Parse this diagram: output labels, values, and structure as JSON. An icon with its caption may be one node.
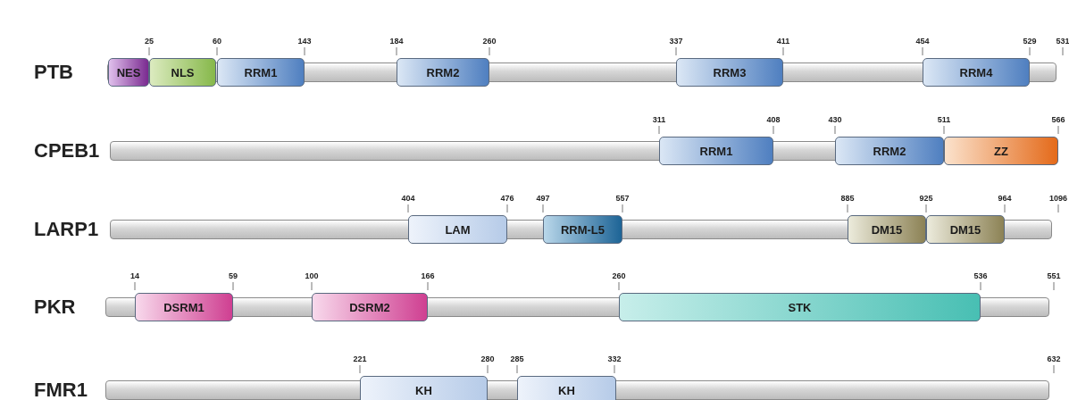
{
  "diagram": {
    "nodes": [
      {
        "text": [
          "PTB"
        ]
      },
      {
        "text": [
          "NES"
        ],
        "in": 0
      },
      {
        "text": [
          "NLS"
        ],
        "in": 0
      },
      {
        "text": [
          "RRM1"
        ],
        "in": 0
      },
      {
        "text": [
          "RRM2"
        ],
        "in": 0
      },
      {
        "text": [
          "RRM3"
        ],
        "in": 0
      },
      {
        "text": [
          "RRM4"
        ],
        "in": 0
      },
      {
        "text": [
          "CPEB1"
        ]
      },
      {
        "text": [
          "RRM1"
        ],
        "in": 7
      },
      {
        "text": [
          "RRM2"
        ],
        "in": 7
      },
      {
        "text": [
          "ZZ"
        ],
        "in": 7
      },
      {
        "text": [
          "LARP1"
        ]
      },
      {
        "text": [
          "LAM"
        ],
        "in": 11
      },
      {
        "text": [
          "RRM-L5"
        ],
        "in": 11
      },
      {
        "text": [
          "DM15"
        ],
        "in": 11
      },
      {
        "text": [
          "DM15"
        ],
        "in": 11
      },
      {
        "text": [
          "PKR"
        ]
      },
      {
        "text": [
          "DSRM1"
        ],
        "in": 16
      },
      {
        "text": [
          "DSRM2"
        ],
        "in": 16
      },
      {
        "text": [
          "STK"
        ],
        "in": 16
      },
      {
        "text": [
          "FMR1"
        ]
      },
      {
        "text": [
          "KH"
        ],
        "in": 20
      },
      {
        "text": [
          "KH"
        ],
        "in": 20
      }
    ],
    "labels": [
      "25",
      "60",
      "143",
      "184",
      "260",
      "337",
      "411",
      "454",
      "529",
      "531",
      "311",
      "408",
      "430",
      "511",
      "566",
      "404",
      "476",
      "497",
      "557",
      "885",
      "925",
      "964",
      "1096",
      "14",
      "59",
      "100",
      "166",
      "260",
      "536",
      "551",
      "221",
      "280",
      "285",
      "332",
      "632"
    ]
  }
}
